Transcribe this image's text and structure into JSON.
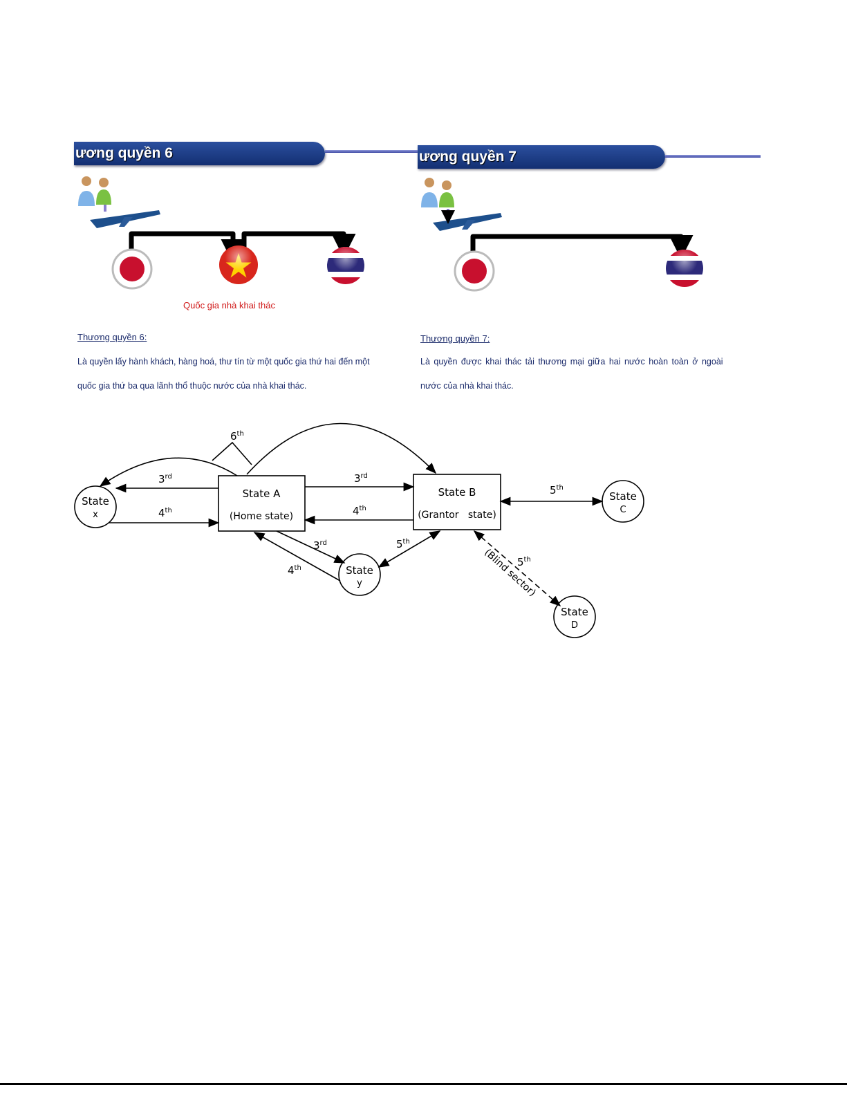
{
  "panel6": {
    "header": "ương quyền 6",
    "caption": "Quốc gia nhà khai thác",
    "title": "Thương quyền 6:",
    "line1": "Là quyền lấy hành khách, hàng hoá, thư tín từ một quốc gia thứ hai đến một",
    "line2": "quốc gia thứ ba qua lãnh thổ thuộc nước của nhà khai thác."
  },
  "panel7": {
    "header": "ương quyền 7",
    "title": "Thương quyền 7:",
    "line1": "Là quyền được khai thác tải thương mại giữa hai nước hoàn toàn ở ngoài",
    "line2": "nước của nhà khai thác."
  },
  "diagram": {
    "state_x": [
      "State",
      "x"
    ],
    "state_a": [
      "State A",
      "(Home state)"
    ],
    "state_b": [
      "State B",
      "(Grantor   state)"
    ],
    "state_c": [
      "State",
      "C"
    ],
    "state_y": [
      "State",
      "y"
    ],
    "state_d": [
      "State",
      "D"
    ],
    "labels": {
      "sixth": "6",
      "sixth_sup": "th",
      "third": "3",
      "rd": "rd",
      "fourth": "4",
      "fifth": "5",
      "th": "th",
      "blind": "(Blind sector)"
    }
  },
  "colors": {
    "header": "#1a3a80",
    "text": "#1a2a6a",
    "red": "#d01818"
  }
}
